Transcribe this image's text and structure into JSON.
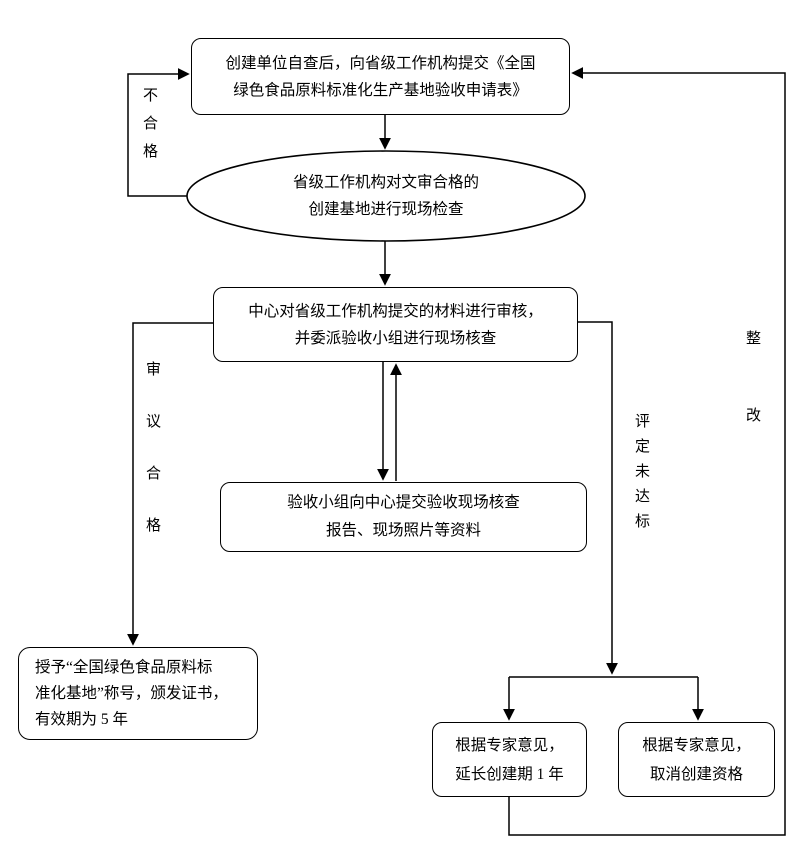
{
  "diagram": {
    "title_implicit": "全国绿色食品原料标准化生产基地验收流程",
    "colors": {
      "ink": "#000000",
      "paper": "#ffffff"
    },
    "nodes": {
      "apply": {
        "text": "创建单位自查后，向省级工作机构提交《全国\n绿色食品原料标准化生产基地验收申请表》"
      },
      "site_check": {
        "text": "省级工作机构对文审合格的\n创建基地进行现场检查"
      },
      "review": {
        "text": "中心对省级工作机构提交的材料进行审核，\n并委派验收小组进行现场核查"
      },
      "report": {
        "text": "验收小组向中心提交验收现场核查\n报告、现场照片等资料"
      },
      "award": {
        "text": "授予“全国绿色食品原料标\n准化基地”称号，颁发证书，\n有效期为 5 年"
      },
      "extend": {
        "text": "根据专家意见，\n延长创建期 1 年"
      },
      "cancel": {
        "text": "根据专家意见，\n取消创建资格"
      }
    },
    "labels": {
      "fail": "不合格",
      "pass": "审议合格",
      "not_met": "评定未达标",
      "rectify": "整改"
    }
  }
}
